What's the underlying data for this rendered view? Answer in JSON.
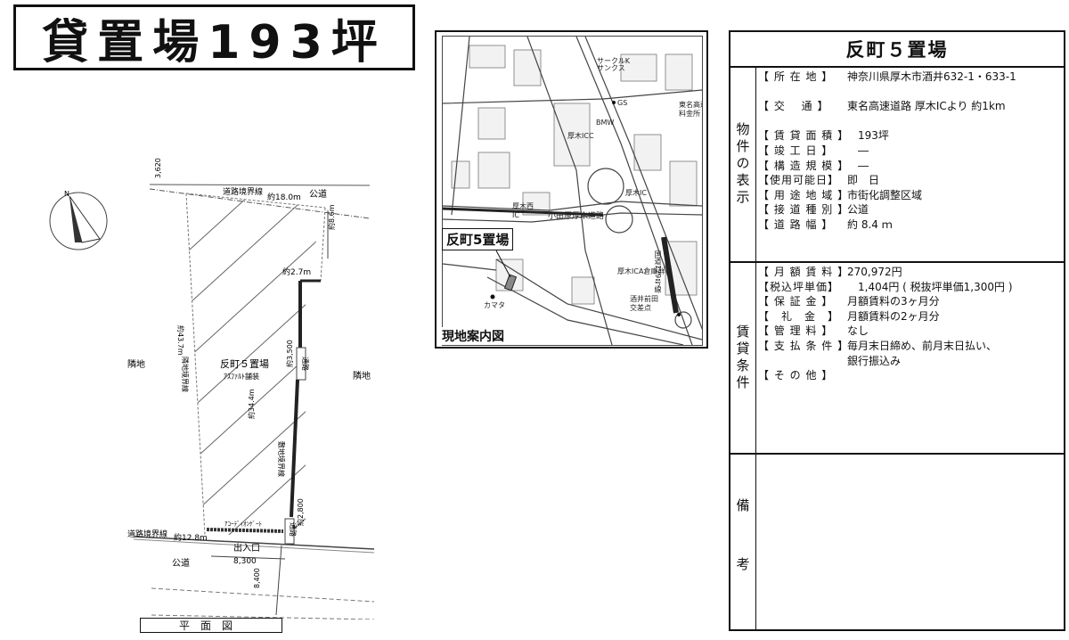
{
  "header": {
    "title": "貸置場193坪"
  },
  "plan": {
    "public_road_top": "公道",
    "public_road_bottom": "公道",
    "road_boundary_top": "道路境界線",
    "road_boundary_top_len": "約18.0m",
    "road_boundary_bottom": "道路境界線",
    "road_boundary_bottom_len": "約12.8m",
    "dim_3620": "3,620",
    "dim_8_6": "約8.6m",
    "dim_2_7": "約2.7m",
    "adjacent_boundary": "隣地境界線",
    "adjacent_boundary_len": "約43.7m",
    "site_boundary": "敷地境界線",
    "site_boundary_len": "約34.4m",
    "neighbor_left": "隣地",
    "neighbor_right": "隣地",
    "site_name": "反町５置場",
    "pavement": "ｱｽﾌｧﾙﾄ舗装",
    "passage1": "通路",
    "passage1_dim": "約3,500",
    "passage2": "通路",
    "passage2_dim": "約2,800",
    "gate": "ｱｺｰﾃﾞｨｵﾝｹﾞｰﾄ",
    "entrance": "出入口",
    "entrance_dim": "8,300",
    "dim_8400": "8,400",
    "north": "N",
    "caption": "平面図"
  },
  "map": {
    "callout": "反町5置場",
    "caption": "現地案内図",
    "labels": {
      "circle_k": "サークルK\nサンクス",
      "gs": "GS",
      "bmw": "BMW",
      "atsugi_icc": "厚木ICC",
      "tomei_toll": "東名高速\n料金所",
      "atsugi_ic": "厚木IC",
      "atsugi_nishi_ic": "厚木西\nIC",
      "odawara_road": "小田原厚木道路",
      "route129": "国道129号線",
      "warehouse": "厚木ICA倉庫群",
      "sakai_maeda": "酒井前田\n交差点",
      "kamata": "カマタ"
    }
  },
  "info": {
    "header_title": "反町５置場",
    "property_label": "物件の表示",
    "property": [
      {
        "k": "【 所 在 地 】",
        "v": "神奈川県厚木市酒井632-1・633-1"
      },
      {
        "k": "",
        "v": ""
      },
      {
        "k": "【 交　 通 】",
        "v": "東名高速道路 厚木ICより 約1km"
      },
      {
        "k": "",
        "v": ""
      },
      {
        "k": "【 賃 貸 面 積 】",
        "v": "　193坪"
      },
      {
        "k": "【 竣 工 日 】",
        "v": "　―"
      },
      {
        "k": "【 構 造 規 模 】",
        "v": "　―"
      },
      {
        "k": "【使用可能日】",
        "v": "即　日"
      },
      {
        "k": "【 用 途 地 域 】",
        "v": "市街化調整区域"
      },
      {
        "k": "【 接 道 種 別 】",
        "v": "公道"
      },
      {
        "k": "【 道 路 幅 】",
        "v": "約 8.4 ｍ"
      }
    ],
    "terms_label": "賃貸条件",
    "terms": [
      {
        "k": "【 月 額 賃 料 】",
        "v": "270,972円"
      },
      {
        "k": "【税込坪単価】",
        "v": "　1,404円 ( 税抜坪単価1,300円 )"
      },
      {
        "k": "【 保 証 金 】",
        "v": "月額賃料の3ヶ月分"
      },
      {
        "k": "【　礼　金　】",
        "v": "月額賃料の2ヶ月分"
      },
      {
        "k": "【 管 理 料 】",
        "v": "なし"
      },
      {
        "k": "【 支 払 条 件 】",
        "v": "毎月末日締め、前月末日払い、"
      },
      {
        "k": "",
        "v": "銀行振込み"
      },
      {
        "k": "【 そ の 他 】",
        "v": ""
      }
    ],
    "remarks_label": "備　考"
  }
}
